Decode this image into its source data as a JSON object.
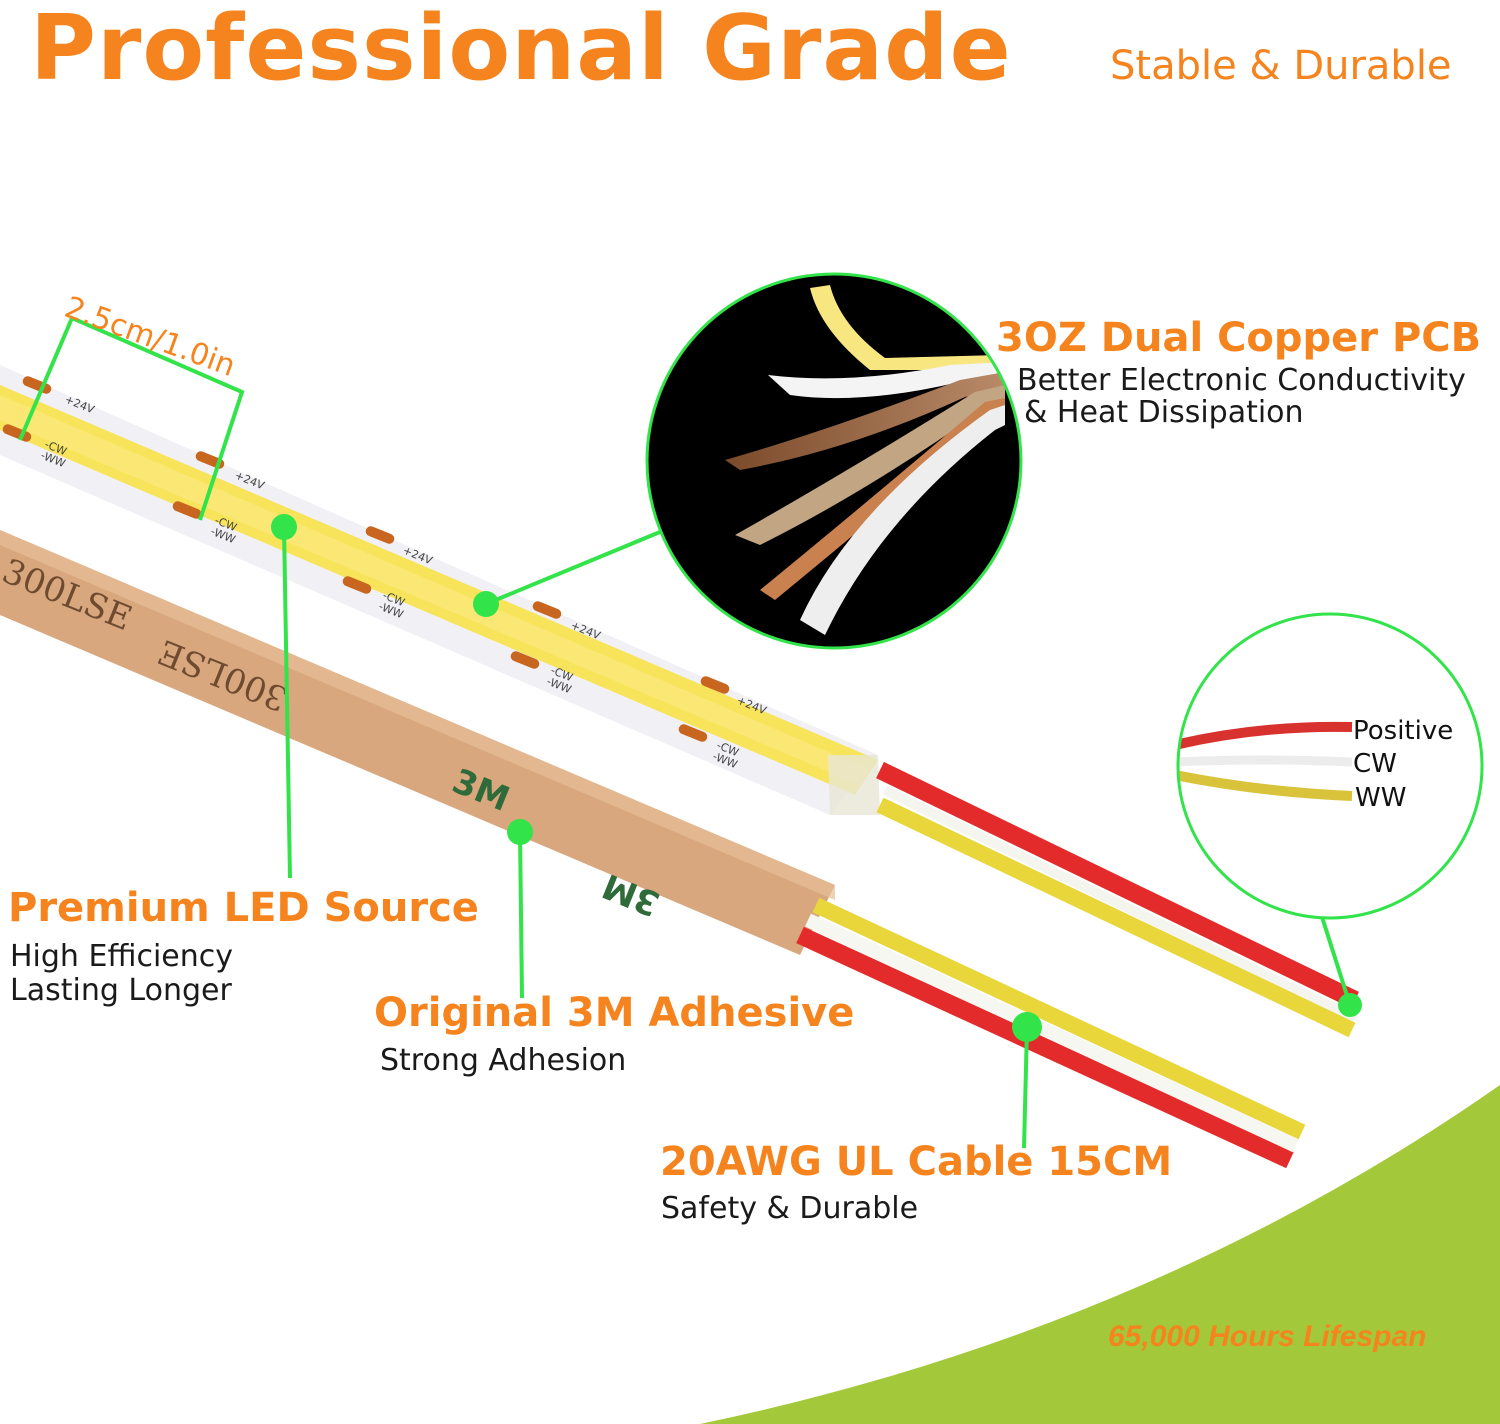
{
  "header": {
    "title": "Professional Grade",
    "subtitle": "Stable & Durable"
  },
  "dimension_label": "2.5cm/1.0in",
  "strip_markings": {
    "positive": "+24V",
    "cw": "-CW",
    "ww": "-WW"
  },
  "tape_marking": {
    "brand": "3M",
    "model": "300LSE"
  },
  "features": [
    {
      "heading": "3OZ Dual Copper PCB",
      "lines": [
        "Better Electronic Conductivity",
        "& Heat Dissipation"
      ]
    },
    {
      "heading": "Premium LED Source",
      "lines": [
        "High Efficiency",
        "Lasting Longer"
      ]
    },
    {
      "heading": "Original 3M Adhesive",
      "lines": [
        "Strong Adhesion"
      ]
    },
    {
      "heading": "20AWG UL Cable 15CM",
      "lines": [
        "Safety & Durable"
      ]
    }
  ],
  "wire_labels": [
    "Positive",
    "CW",
    "WW"
  ],
  "footer": {
    "lifespan": "65,000 Hours Lifespan"
  },
  "colors": {
    "accent_orange": "#f5841f",
    "callout_green": "#33e34a",
    "footer_green": "#a3c93a",
    "strip_yellow": "#f8e45a",
    "tape_tan": "#d9a77e",
    "wire_red": "#e32b2b",
    "wire_yellow": "#e8d63a",
    "copper": "#c9814f"
  }
}
